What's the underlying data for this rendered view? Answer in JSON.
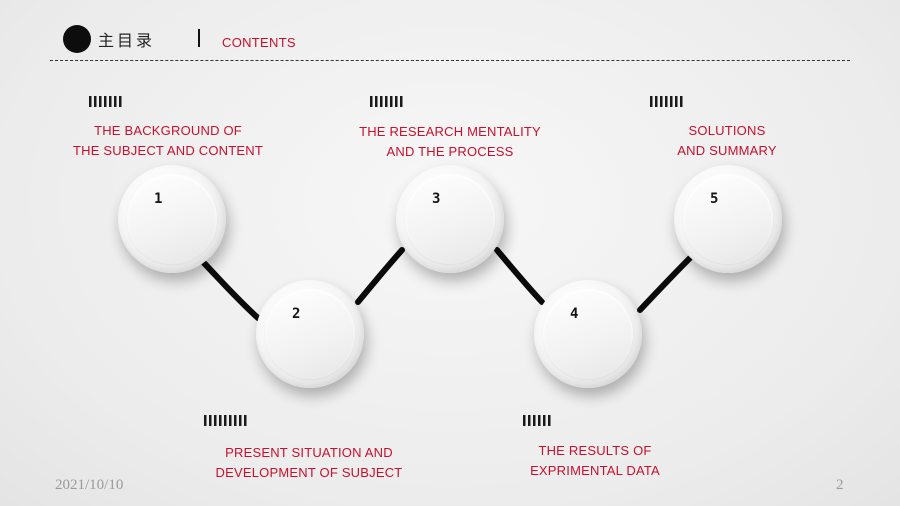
{
  "header": {
    "title": "主目录",
    "subtitle": "CONTENTS"
  },
  "steps": [
    {
      "number": "1",
      "label_line1": "THE BACKGROUND OF",
      "label_line2": "THE SUBJECT AND CONTENT"
    },
    {
      "number": "2",
      "label_line1": "PRESENT SITUATION AND",
      "label_line2": "DEVELOPMENT OF SUBJECT"
    },
    {
      "number": "3",
      "label_line1": "THE RESEARCH MENTALITY",
      "label_line2": "AND THE PROCESS"
    },
    {
      "number": "4",
      "label_line1": "THE RESULTS OF",
      "label_line2": "EXPRIMENTAL DATA"
    },
    {
      "number": "5",
      "label_line1": "SOLUTIONS",
      "label_line2": "AND SUMMARY"
    }
  ],
  "footer": {
    "date": "2021/10/10",
    "page_number": "2"
  },
  "colors": {
    "accent": "#c8102e",
    "dark": "#0d0d0d",
    "background": "#ececec"
  }
}
